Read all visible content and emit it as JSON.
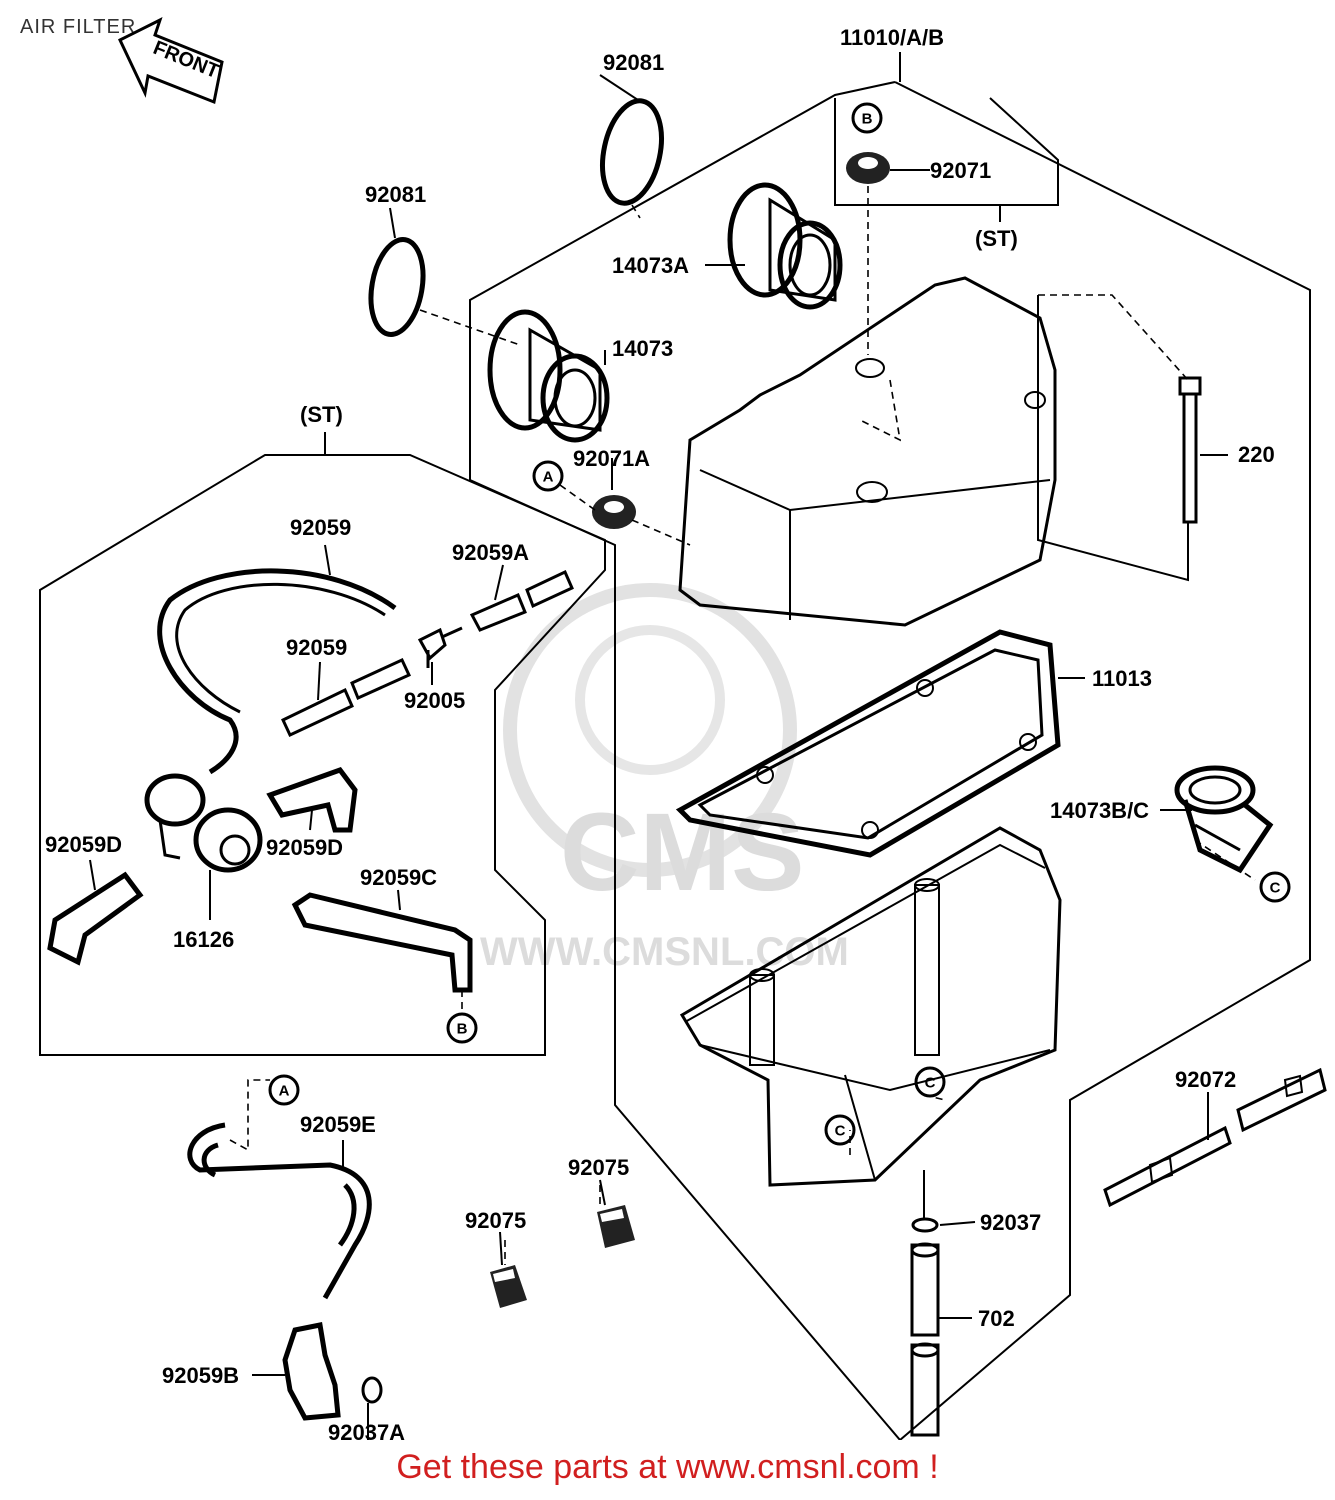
{
  "title": "AIR FILTER",
  "footer": "Get these parts at www.cmsnl.com !",
  "direction_label": "FRONT",
  "watermark": {
    "brand": "CMS",
    "url": "WWW.CMSNL.COM"
  },
  "parts": {
    "p11010": "11010/A/B",
    "p92081_top": "92081",
    "p92081_left": "92081",
    "p92071": "92071",
    "st_top": "(ST)",
    "p14073A": "14073A",
    "p14073": "14073",
    "st_left": "(ST)",
    "p92071A": "92071A",
    "p220": "220",
    "p92059_top": "92059",
    "p92059A": "92059A",
    "p92059_mid": "92059",
    "p92005": "92005",
    "p11013": "11013",
    "p14073BC": "14073B/C",
    "p92059D_left": "92059D",
    "p92059D_right": "92059D",
    "p16126": "16126",
    "p92059C": "92059C",
    "p92059E": "92059E",
    "p92075_right": "92075",
    "p92075_left": "92075",
    "p92072": "92072",
    "p92037": "92037",
    "p702": "702",
    "p92059B": "92059B",
    "p92037A": "92037A"
  },
  "callouts": {
    "b_top": "B",
    "a_mid": "A",
    "c_right": "C",
    "b_bottom": "B",
    "a_bottom": "A",
    "c_box_right": "C",
    "c_box_left": "C"
  },
  "icons": [
    "front-arrow-icon"
  ]
}
